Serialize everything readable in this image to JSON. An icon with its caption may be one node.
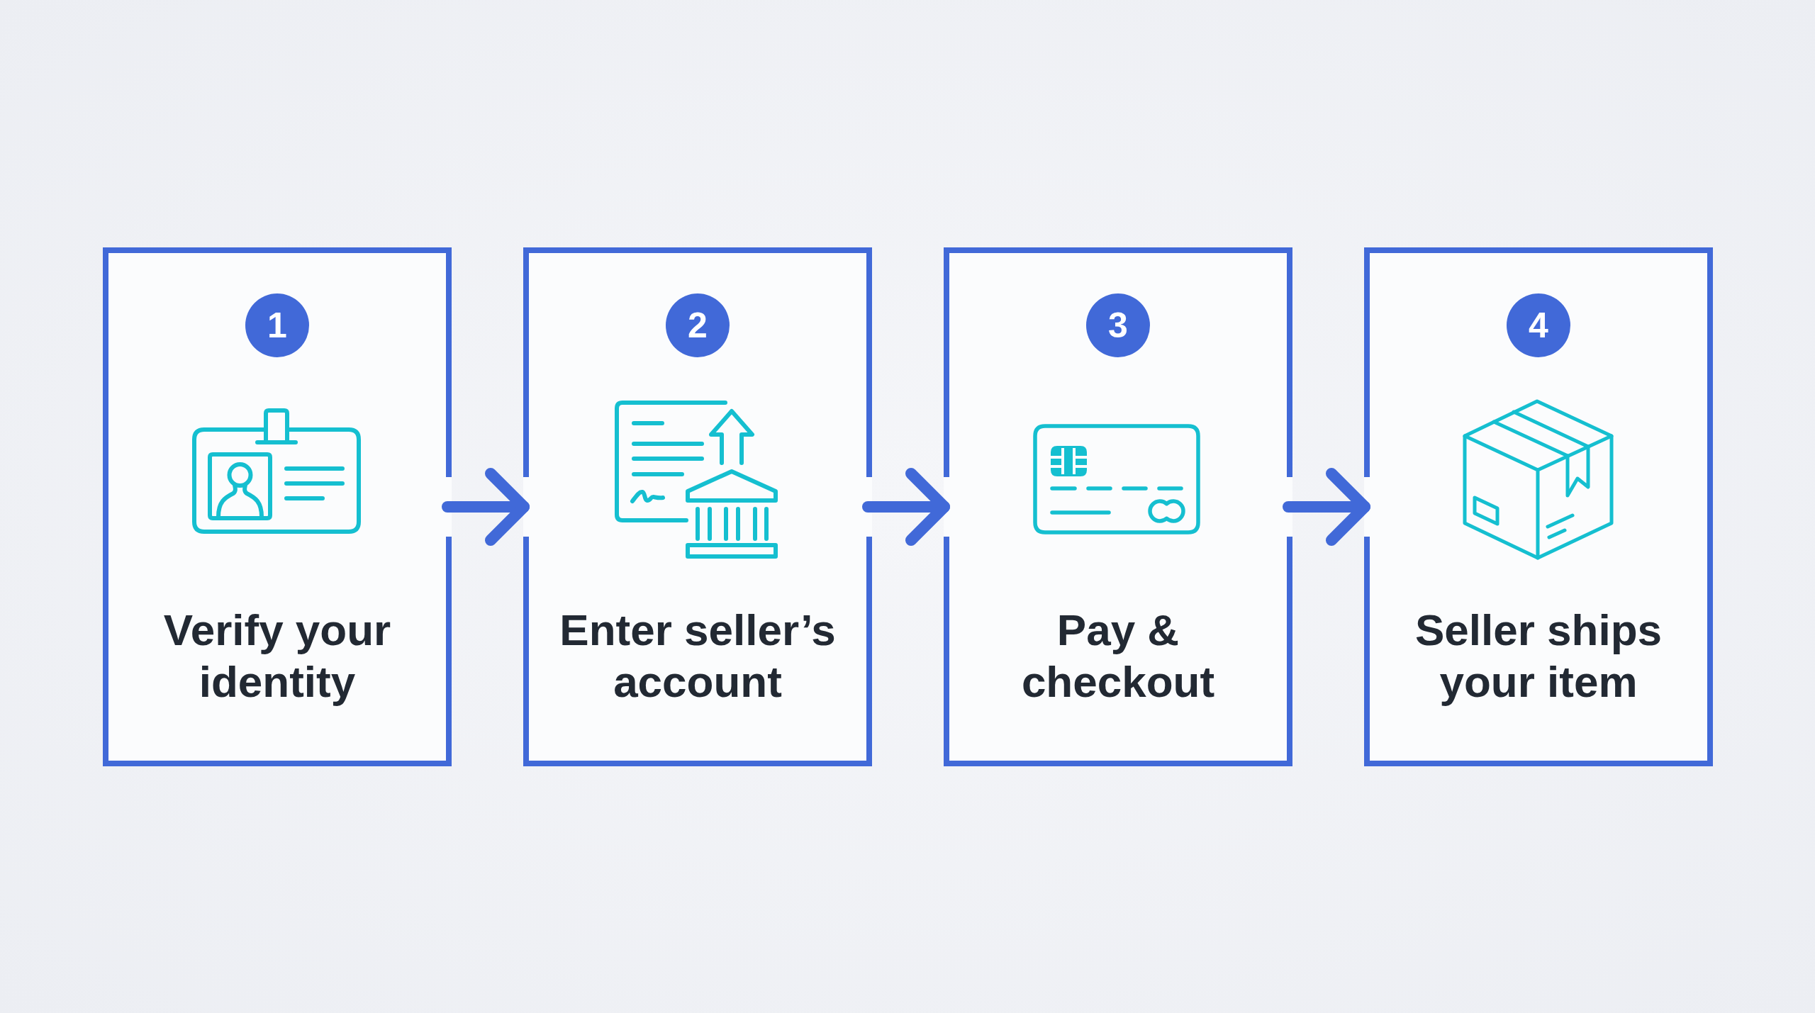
{
  "diagram": {
    "nodes": [
      {
        "text": [
          "Verify your identity"
        ]
      },
      {
        "text": [
          "1"
        ],
        "in": 0
      },
      {
        "text": [
          "Enter seller’s account"
        ]
      },
      {
        "text": [
          "2"
        ],
        "in": 2
      },
      {
        "text": [
          "Pay & checkout"
        ]
      },
      {
        "text": [
          "3"
        ],
        "in": 4
      },
      {
        "text": [
          "Seller ships your item"
        ]
      },
      {
        "text": [
          "4"
        ],
        "in": 6
      }
    ],
    "edges": [
      {
        "from": 0,
        "to": 2,
        "arrow": "to"
      },
      {
        "from": 2,
        "to": 4,
        "arrow": "to"
      },
      {
        "from": 4,
        "to": 6,
        "arrow": "to"
      }
    ]
  }
}
